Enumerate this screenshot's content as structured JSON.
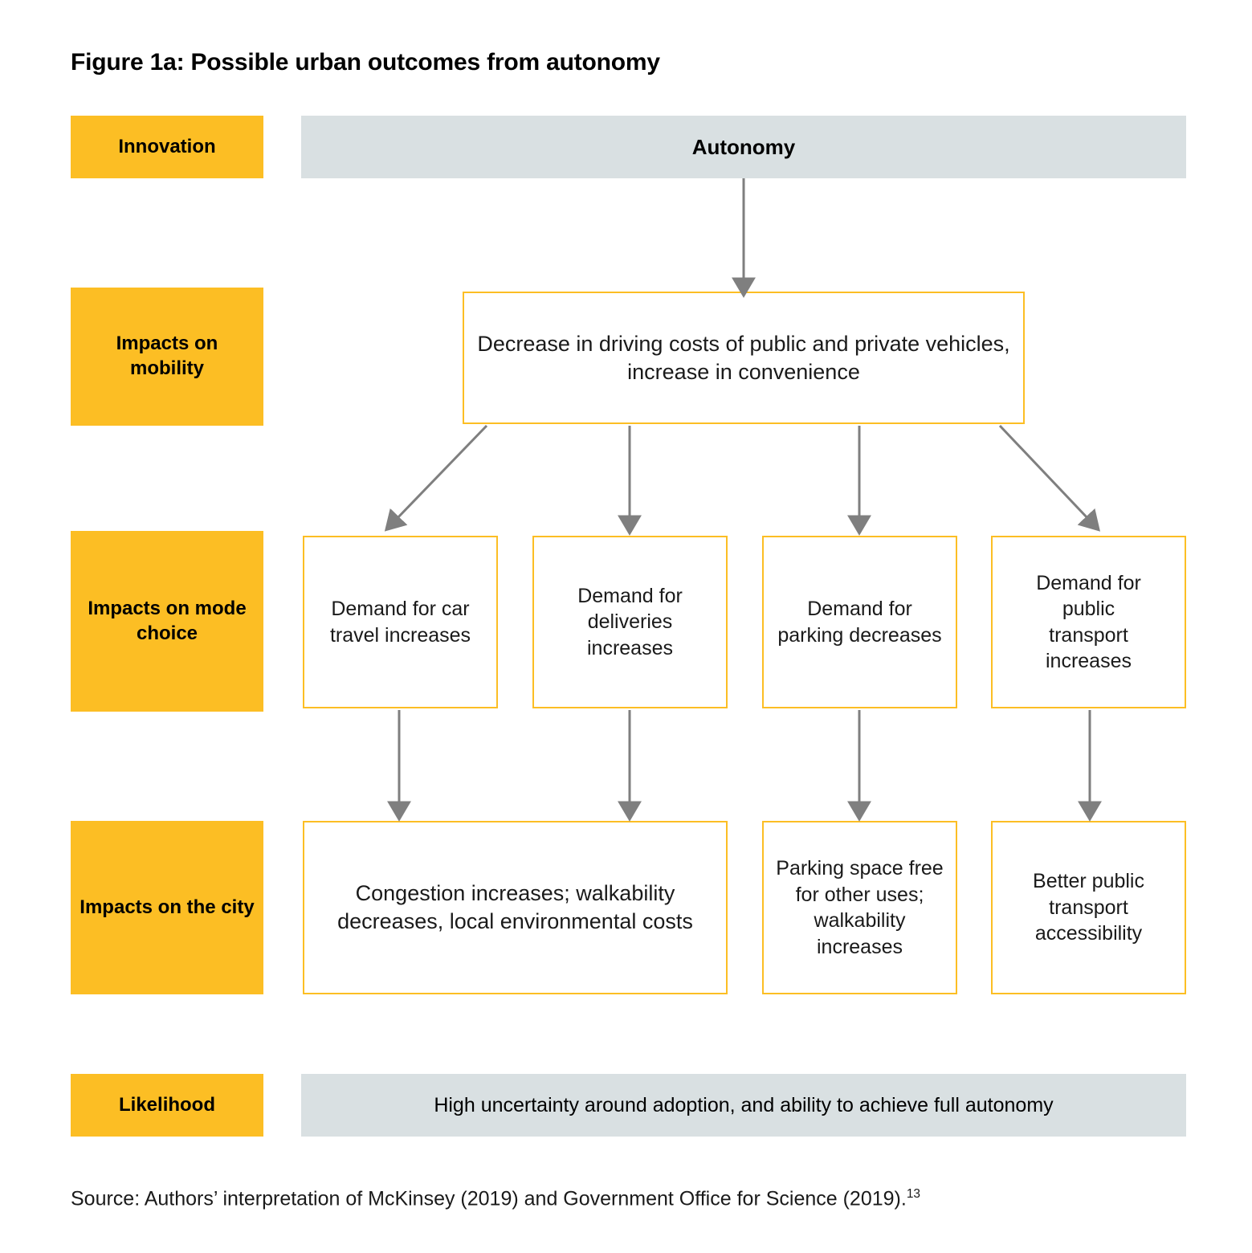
{
  "figure": {
    "title": "Figure 1a: Possible urban outcomes from autonomy",
    "source_text": "Source: Authors’ interpretation of McKinsey (2019) and Government Office for Science (2019).",
    "source_footnote": "13"
  },
  "colors": {
    "accent_yellow": "#FCBE24",
    "band_grey": "#D9E0E2",
    "arrow_grey": "#7F7F7F",
    "text_black": "#000000",
    "page_background": "#FFFFFF"
  },
  "rows": {
    "innovation": {
      "label": "Innovation",
      "value": "Autonomy"
    },
    "impacts_on_mobility": {
      "label": "Impacts on mobility",
      "value": "Decrease in driving costs of public and private vehicles, increase in convenience"
    },
    "impacts_on_mode_choice": {
      "label": "Impacts on mode choice",
      "boxes": [
        "Demand for car travel increases",
        "Demand for deliveries increases",
        "Demand for parking decreases",
        "Demand for public transport increases"
      ]
    },
    "impacts_on_the_city": {
      "label": "Impacts on the city",
      "boxes": [
        "Congestion increases; walkability decreases, local environmental costs",
        "Parking space free for other uses; walkability increases",
        "Better public transport accessibility"
      ]
    },
    "likelihood": {
      "label": "Likelihood",
      "value": "High uncertainty around adoption, and ability to achieve full autonomy"
    }
  },
  "chart_data": {
    "type": "diagram",
    "title": "Figure 1a: Possible urban outcomes from autonomy",
    "flow_levels": [
      "Innovation",
      "Impacts on mobility",
      "Impacts on mode choice",
      "Impacts on the city",
      "Likelihood"
    ],
    "nodes": [
      {
        "id": "autonomy",
        "level": "Innovation",
        "text": "Autonomy"
      },
      {
        "id": "mobility",
        "level": "Impacts on mobility",
        "text": "Decrease in driving costs of public and private vehicles, increase in convenience"
      },
      {
        "id": "car",
        "level": "Impacts on mode choice",
        "text": "Demand for car travel increases"
      },
      {
        "id": "deliveries",
        "level": "Impacts on mode choice",
        "text": "Demand for deliveries increases"
      },
      {
        "id": "parking",
        "level": "Impacts on mode choice",
        "text": "Demand for parking decreases"
      },
      {
        "id": "transit",
        "level": "Impacts on mode choice",
        "text": "Demand for public transport increases"
      },
      {
        "id": "congestion",
        "level": "Impacts on the city",
        "text": "Congestion increases; walkability decreases, local environmental costs"
      },
      {
        "id": "parkingspace",
        "level": "Impacts on the city",
        "text": "Parking space free for other uses; walkability increases"
      },
      {
        "id": "transitaccess",
        "level": "Impacts on the city",
        "text": "Better public transport accessibility"
      },
      {
        "id": "likelihood",
        "level": "Likelihood",
        "text": "High uncertainty around adoption, and ability to achieve full autonomy"
      }
    ],
    "edges": [
      {
        "from": "autonomy",
        "to": "mobility"
      },
      {
        "from": "mobility",
        "to": "car"
      },
      {
        "from": "mobility",
        "to": "deliveries"
      },
      {
        "from": "mobility",
        "to": "parking"
      },
      {
        "from": "mobility",
        "to": "transit"
      },
      {
        "from": "car",
        "to": "congestion"
      },
      {
        "from": "deliveries",
        "to": "congestion"
      },
      {
        "from": "parking",
        "to": "parkingspace"
      },
      {
        "from": "transit",
        "to": "transitaccess"
      }
    ]
  }
}
